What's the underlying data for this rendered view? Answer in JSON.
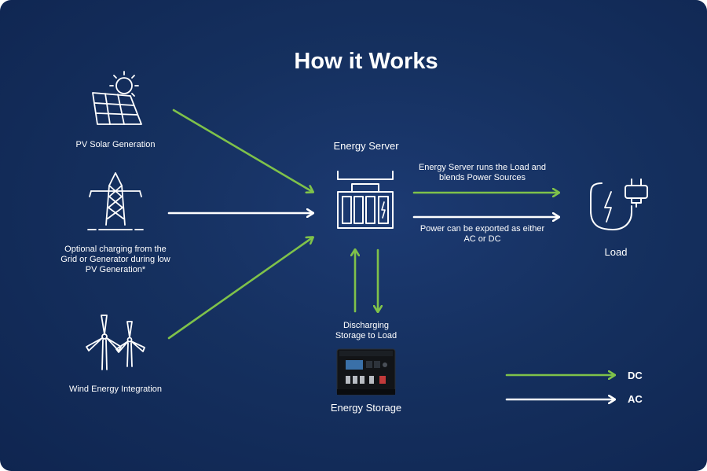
{
  "title": "How it Works",
  "colors": {
    "background": "#15305f",
    "dc_arrow": "#7fc24a",
    "ac_arrow": "#ffffff",
    "text": "#ffffff"
  },
  "sources": {
    "solar": {
      "label": "PV Solar Generation",
      "icon": "solar-panel-icon"
    },
    "grid": {
      "label_lines": [
        "Optional charging from the",
        "Grid or Generator during low",
        "PV Generation*"
      ],
      "icon": "transmission-tower-icon"
    },
    "wind": {
      "label": "Wind Energy Integration",
      "icon": "wind-turbine-icon"
    }
  },
  "server": {
    "label": "Energy Server",
    "icon": "energy-server-icon"
  },
  "outputs": {
    "load_msg_lines": [
      "Energy Server runs the Load and",
      "blends Power Sources"
    ],
    "export_msg_lines": [
      "Power can be exported as either",
      "AC or DC"
    ]
  },
  "load": {
    "label": "Load",
    "icon": "plug-icon"
  },
  "storage": {
    "label": "Energy Storage",
    "discharge_lines": [
      "Discharging",
      "Storage to Load"
    ],
    "icon": "battery-unit-icon"
  },
  "legend": {
    "items": [
      {
        "label": "DC",
        "color": "#7fc24a"
      },
      {
        "label": "AC",
        "color": "#ffffff"
      }
    ]
  }
}
